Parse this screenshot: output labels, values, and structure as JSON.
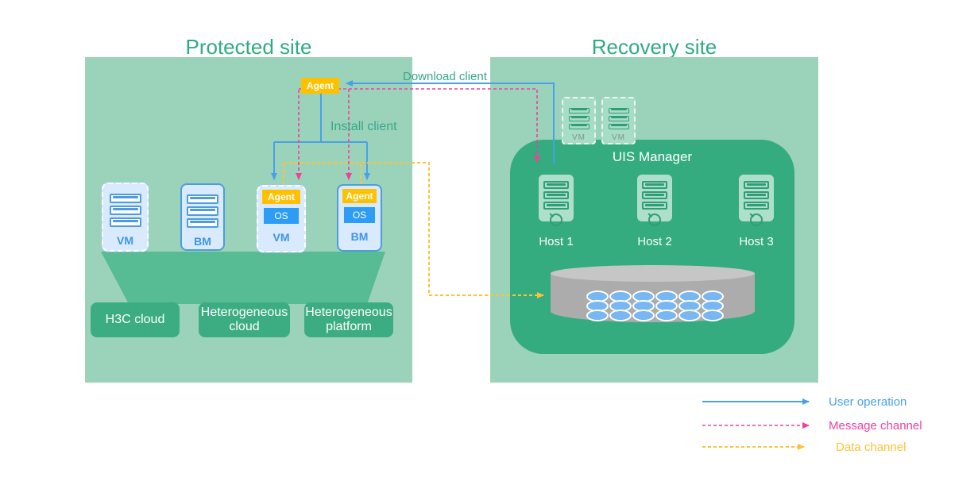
{
  "titles": {
    "protected_site": "Protected site",
    "recovery_site": "Recovery site"
  },
  "annotations": {
    "download_client": "Download client",
    "install_client": "Install client"
  },
  "agent_badge": {
    "label": "Agent"
  },
  "protected_site": {
    "servers": [
      {
        "type": "vm",
        "label": "VM"
      },
      {
        "type": "bm",
        "label": "BM"
      },
      {
        "type": "vm-with-agent",
        "label": "VM",
        "agent_label": "Agent",
        "os_label": "OS"
      },
      {
        "type": "bm-with-agent",
        "label": "BM",
        "agent_label": "Agent",
        "os_label": "OS"
      }
    ],
    "platforms": [
      {
        "label": "H3C cloud"
      },
      {
        "label": "Heterogeneous cloud"
      },
      {
        "label": "Heterogeneous platform"
      }
    ]
  },
  "recovery_site": {
    "manager_label": "UIS Manager",
    "vm_boxes": [
      {
        "label": "VM"
      },
      {
        "label": "VM"
      }
    ],
    "hosts": [
      {
        "label": "Host 1"
      },
      {
        "label": "Host 2"
      },
      {
        "label": "Host 3"
      }
    ]
  },
  "legend": {
    "items": [
      {
        "label": "User operation",
        "color": "#49A0E8",
        "line_style": "solid"
      },
      {
        "label": "Message channel",
        "color": "#F23F9C",
        "line_style": "dashed"
      },
      {
        "label": "Data channel",
        "color": "#FFC233",
        "line_style": "dashed"
      }
    ]
  },
  "colors": {
    "panel_background": "#9BD3BA",
    "site_title": "#2EAC7E",
    "funnel": "#57BB93",
    "platform_box": "#3CAD82",
    "uis_manager_box": "#35AB80",
    "server_fill": "#D8EAFB",
    "server_border": "#4E9CDE",
    "agent_bar": "#FFC000",
    "os_bar": "#2D9CF4",
    "host_fill": "#AEDFCB",
    "host_stroke": "#2F9D77",
    "cylinder": "#ACACAC",
    "disk": "#79B7F2",
    "user_operation": "#49A0E8",
    "message_channel": "#F23F9C",
    "data_channel": "#FFC233"
  }
}
